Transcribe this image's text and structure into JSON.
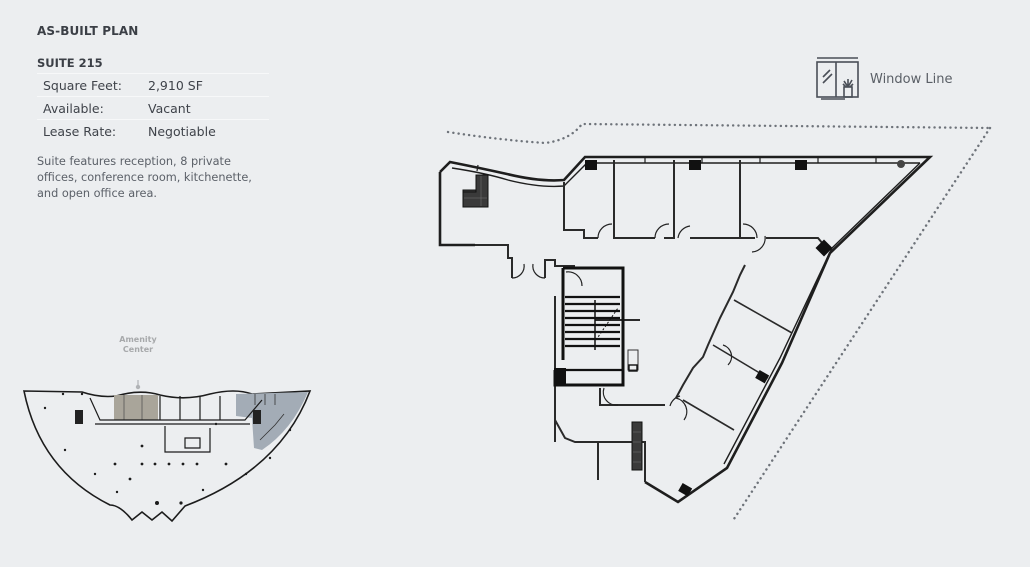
{
  "header": {
    "title": "AS-BUILT PLAN"
  },
  "suite": {
    "title": "SUITE 215",
    "specs": [
      {
        "label": "Square Feet:",
        "value": "2,910 SF"
      },
      {
        "label": "Available:",
        "value": "Vacant"
      },
      {
        "label": "Lease Rate:",
        "value": "Negotiable"
      }
    ],
    "description": "Suite features reception, 8 private offices, conference room, kitchenette, and open office area."
  },
  "legend": {
    "icon": "window-icon",
    "label": "Window Line"
  },
  "keyplan": {
    "callout": "Amenity Center",
    "callout_line1": "Amenity",
    "callout_line2": "Center",
    "colors": {
      "amenity": "#a9a59a",
      "suite": "#a3acb6",
      "line": "#1c1c1c",
      "callout": "#a7a9ab"
    }
  },
  "mainplan": {
    "colors": {
      "wall": "#1e1e1e",
      "window_dots": "#6e737a",
      "background": "#eceef0"
    }
  }
}
